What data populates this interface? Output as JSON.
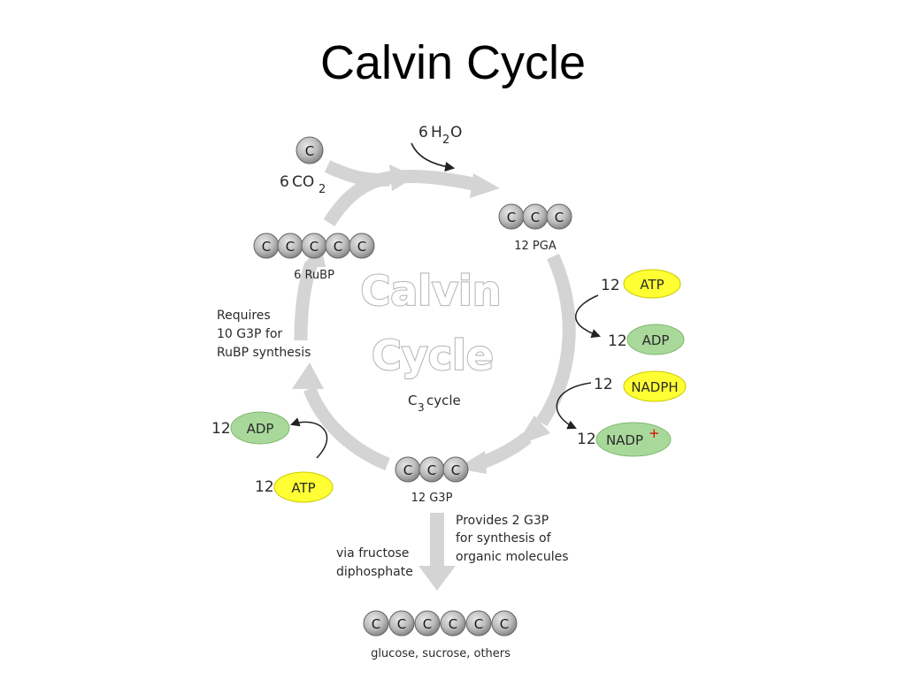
{
  "title": "Calvin Cycle",
  "center": {
    "line1": "Calvin",
    "line2": "Cycle",
    "sub_c": "C",
    "sub_3": "3",
    "sub_rest": "cycle"
  },
  "molecules": {
    "co2": {
      "atom": "C",
      "count": "6",
      "formula": "CO",
      "subscript": "2"
    },
    "water": {
      "count": "6",
      "h": "H",
      "sub": "2",
      "o": "O"
    },
    "pga": {
      "atoms": [
        "C",
        "C",
        "C"
      ],
      "label": "12 PGA"
    },
    "rubp": {
      "atoms": [
        "C",
        "C",
        "C",
        "C",
        "C"
      ],
      "label": "6 RuBP"
    },
    "g3p": {
      "atoms": [
        "C",
        "C",
        "C"
      ],
      "label": "12 G3P"
    },
    "sugar": {
      "atoms": [
        "C",
        "C",
        "C",
        "C",
        "C",
        "C"
      ],
      "label": "glucose, sucrose, others"
    }
  },
  "cofactors": {
    "atp_right": {
      "count": "12",
      "label": "ATP"
    },
    "adp_right": {
      "count": "12",
      "label": "ADP"
    },
    "nadph": {
      "count": "12",
      "label": "NADPH"
    },
    "nadp": {
      "count": "12",
      "label": "NADP",
      "sup": "+"
    },
    "adp_left": {
      "count": "12",
      "label": "ADP"
    },
    "atp_left": {
      "count": "12",
      "label": "ATP"
    }
  },
  "notes": {
    "requires": [
      "Requires",
      "10 G3P for",
      "RuBP synthesis"
    ],
    "provides": [
      "Provides 2 G3P",
      "for synthesis of",
      "organic molecules"
    ],
    "via": [
      "via fructose",
      "diphosphate"
    ]
  },
  "colors": {
    "atp": "#ffff33",
    "adp": "#a9d99a",
    "cycle_arrow": "#d2d2d2",
    "ball": "#9a9a9a"
  }
}
